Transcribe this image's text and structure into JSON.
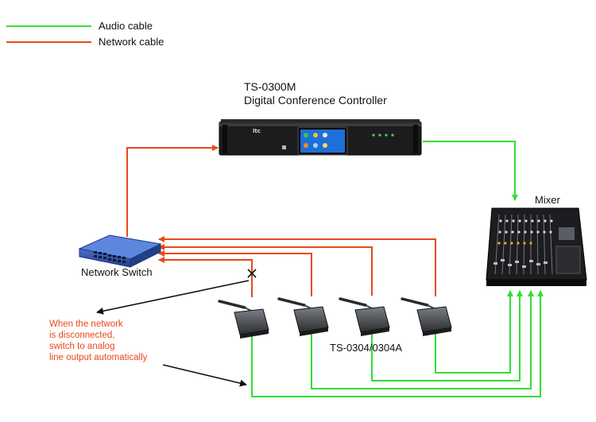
{
  "legend": {
    "audio_label": "Audio cable",
    "network_label": "Network cable",
    "audio_color": "#33dd33",
    "network_color": "#e8491b"
  },
  "controller": {
    "model": "TS-0300M",
    "name": "Digital Conference Controller"
  },
  "mixer": {
    "label": "Mixer"
  },
  "switch": {
    "label": "Network Switch"
  },
  "microphones": {
    "label": "TS-0304/0304A"
  },
  "note": {
    "lines": [
      "When the network",
      "is disconnected,",
      "switch to analog",
      "line output automatically"
    ],
    "color": "#e8491b"
  }
}
